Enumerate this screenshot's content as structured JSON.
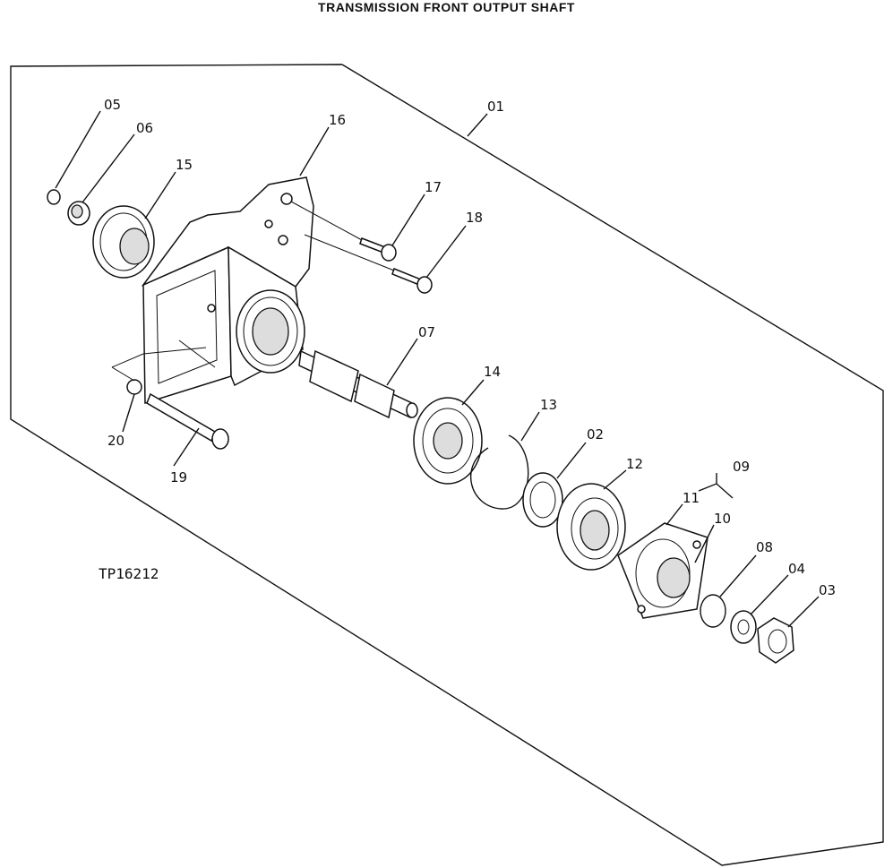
{
  "title": "TRANSMISSION FRONT OUTPUT SHAFT",
  "figure_id": "TP16212",
  "callouts": {
    "c01": "01",
    "c02": "02",
    "c03": "03",
    "c04": "04",
    "c05": "05",
    "c06": "06",
    "c07": "07",
    "c08": "08",
    "c09": "09",
    "c10": "10",
    "c11": "11",
    "c12": "12",
    "c13": "13",
    "c14": "14",
    "c15": "15",
    "c16": "16",
    "c17": "17",
    "c18": "18",
    "c19": "19",
    "c20": "20"
  }
}
